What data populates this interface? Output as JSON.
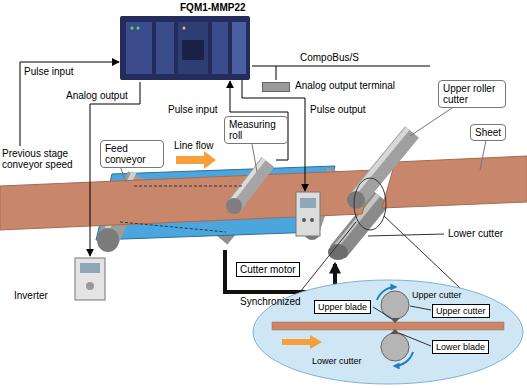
{
  "diagram": {
    "nodes": [
      {
        "text": [
          "FQM1-MMP22"
        ]
      },
      {
        "text": [
          "Analog output terminal"
        ]
      },
      {
        "text": [
          "Inverter"
        ]
      },
      {
        "text": [
          "Feed conveyor"
        ]
      },
      {
        "text": [
          "Measuring roll"
        ]
      },
      {
        "text": [
          "Cutter motor"
        ]
      },
      {
        "text": [
          "Upper roller cutter"
        ]
      },
      {
        "text": [
          "Sheet"
        ]
      },
      {
        "text": [
          "Upper blade"
        ]
      },
      {
        "text": [
          "Upper cutter"
        ]
      },
      {
        "text": [
          "Lower blade"
        ]
      }
    ],
    "edges": [
      {
        "from": 0,
        "to": 2,
        "arrow": "to",
        "label": "Analog output"
      },
      {
        "from": 0,
        "to": 1,
        "arrow": "none"
      }
    ],
    "labels": [
      "CompoBus/S",
      "Pulse input",
      "Pulse output",
      "Pulse input",
      "Previous stage conveyor speed",
      "Line flow",
      "Lower cutter",
      "Synchronized",
      "Upper cutter",
      "Lower cutter"
    ]
  }
}
